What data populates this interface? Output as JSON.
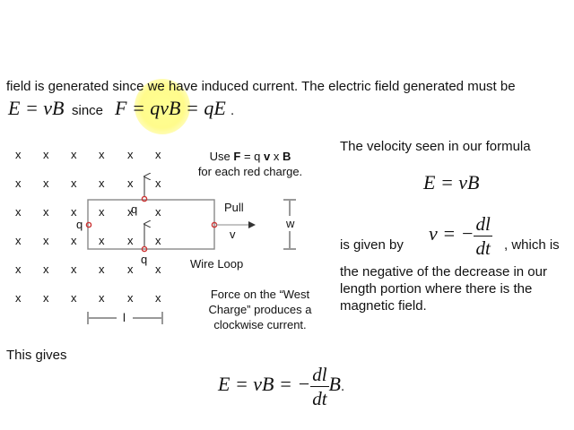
{
  "top": {
    "line": "field is generated since we have induced current. The electric field generated must be",
    "eq1": "E = vB",
    "since": "since",
    "eq2": "F = qvB = qE",
    "eq2_dot": "."
  },
  "diagram": {
    "x_mark": "x",
    "q_label": "q",
    "pull_label": "Pull",
    "v_label": "v",
    "w_label": "w",
    "l_label": "l",
    "wire_loop_label": "Wire Loop",
    "use_force": {
      "prefix": "Use ",
      "F": "F",
      "mid1": " = q ",
      "v": "v",
      "mid2": " x ",
      "B": "B",
      "line2": "for each red charge."
    },
    "force_note": {
      "line1": "Force on the “West",
      "line2": "Charge” produces a",
      "line3": "clockwise current."
    },
    "charge_color": "#cc3333"
  },
  "right": {
    "velocity_text": "The velocity seen in our formula",
    "eq": "E = vB",
    "given_by": "is given by",
    "v_eq_left": "v = −",
    "dl": "dl",
    "dt": "dt",
    "which_is": ", which is",
    "line3": "the negative of the decrease in our",
    "line4": "length portion where there is the",
    "line5": "magnetic field."
  },
  "bottom": {
    "this_gives": "This gives",
    "eq_left": "E = vB = −",
    "dl": "dl",
    "dt": "dt",
    "B": "B",
    "dot": "."
  }
}
